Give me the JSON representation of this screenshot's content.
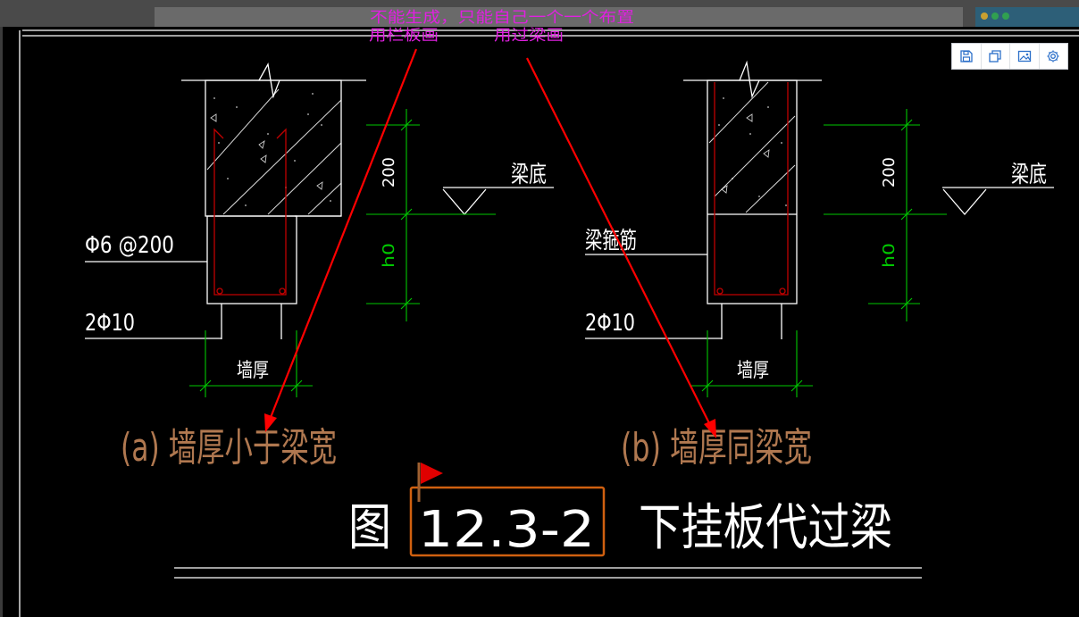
{
  "annotations": {
    "note_line1": "不能生成，只能自己一个一个布置",
    "note_left": "用栏板画",
    "note_right": "用过梁画"
  },
  "drawing": {
    "left_detail": {
      "label_stirrup": "Φ6 @200",
      "label_bottom_bars": "2Φ10",
      "label_wall": "墙厚",
      "label_beam_bottom": "梁底",
      "dim_200": "200",
      "dim_h0": "h0",
      "caption": "(a) 墙厚小于梁宽"
    },
    "right_detail": {
      "label_stirrup": "梁箍筋",
      "label_bottom_bars": "2Φ10",
      "label_wall": "墙厚",
      "label_beam_bottom": "梁底",
      "dim_200": "200",
      "dim_h0": "h0",
      "caption": "(b) 墙厚同梁宽"
    },
    "figure_title_prefix": "图",
    "figure_number": "12.3-2",
    "figure_title_suffix": "下挂板代过梁"
  },
  "toolbar": {
    "icons": [
      "save-icon",
      "copy-icon",
      "image-icon",
      "settings-icon"
    ]
  },
  "colors": {
    "background": "#000000",
    "annotation_text": "#e020e0",
    "annotation_arrow": "#ff0000",
    "dimension": "#00c800",
    "caption": "#b07850",
    "line": "#ffffff",
    "rebar": "#c00000",
    "highlight_box": "#d06010"
  }
}
